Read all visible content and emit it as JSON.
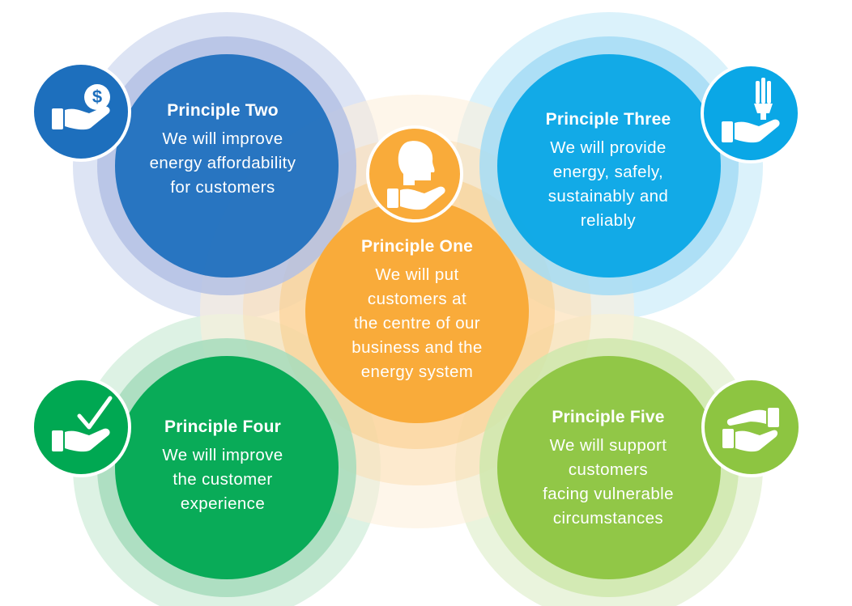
{
  "colors": {
    "two": "#1d6fbd",
    "three": "#0aa7e6",
    "one": "#f9ab3a",
    "four": "#00a852",
    "five": "#8dc541",
    "two_ring": "#b4c1e4",
    "three_ring": "#a4dcf4",
    "one_ring": "#fcdcae",
    "four_ring": "#a6dcbc",
    "five_ring": "#cfe7ad"
  },
  "principles": {
    "one": {
      "title": "Principle One",
      "lines": [
        "We will put",
        "customers at",
        "the centre of our",
        "business and the",
        "energy system"
      ],
      "icon": "head-on-hand-icon"
    },
    "two": {
      "title": "Principle Two",
      "lines": [
        "We will improve",
        "energy affordability",
        "for customers"
      ],
      "icon": "dollar-coin-on-hand-icon"
    },
    "three": {
      "title": "Principle Three",
      "lines": [
        "We will provide",
        "energy, safely,",
        "sustainably and",
        "reliably"
      ],
      "icon": "light-bulb-on-hand-icon"
    },
    "four": {
      "title": "Principle Four",
      "lines": [
        "We will improve",
        "the customer",
        "experience"
      ],
      "icon": "checkmark-on-hand-icon"
    },
    "five": {
      "title": "Principle Five",
      "lines": [
        "We will support",
        "customers",
        "facing vulnerable",
        "circumstances"
      ],
      "icon": "handshake-icon"
    }
  }
}
